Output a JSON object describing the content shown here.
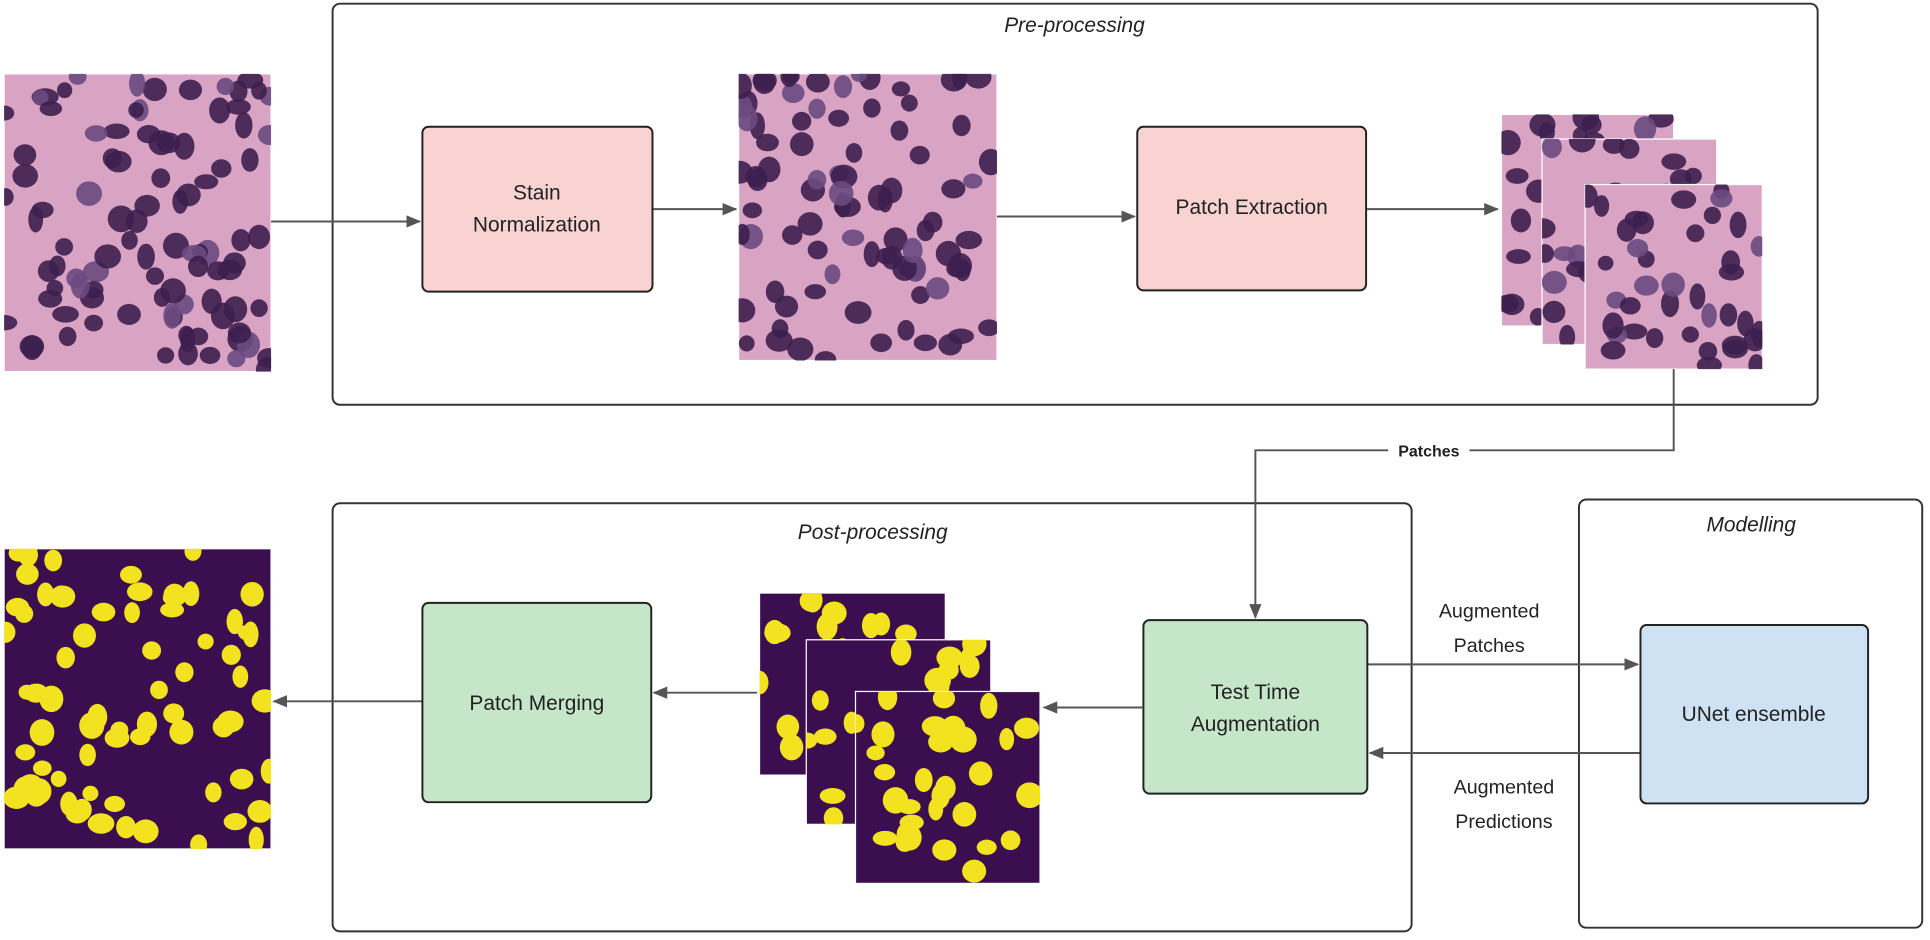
{
  "groups": {
    "preprocessing": "Pre-processing",
    "postprocessing": "Post-processing",
    "modelling": "Modelling"
  },
  "nodes": {
    "stain_normalization": [
      "Stain",
      "Normalization"
    ],
    "patch_extraction": "Patch Extraction",
    "test_time_augmentation": [
      "Test Time",
      "Augmentation"
    ],
    "unet_ensemble": "UNet ensemble",
    "patch_merging": "Patch Merging"
  },
  "edges": {
    "patches": "Patches",
    "augmented_patches": [
      "Augmented",
      "Patches"
    ],
    "augmented_predictions": [
      "Augmented",
      "Predictions"
    ]
  },
  "colors": {
    "preprocess_fill": "#f8d3d1",
    "postprocess_fill": "#c6e6c9",
    "model_fill": "#cfe2f3",
    "tissue_bg": "#d9a3c4",
    "nucleus": "#3d1f4f",
    "mask_bg": "#3b0f4f",
    "mask_blob": "#f2e21f"
  }
}
